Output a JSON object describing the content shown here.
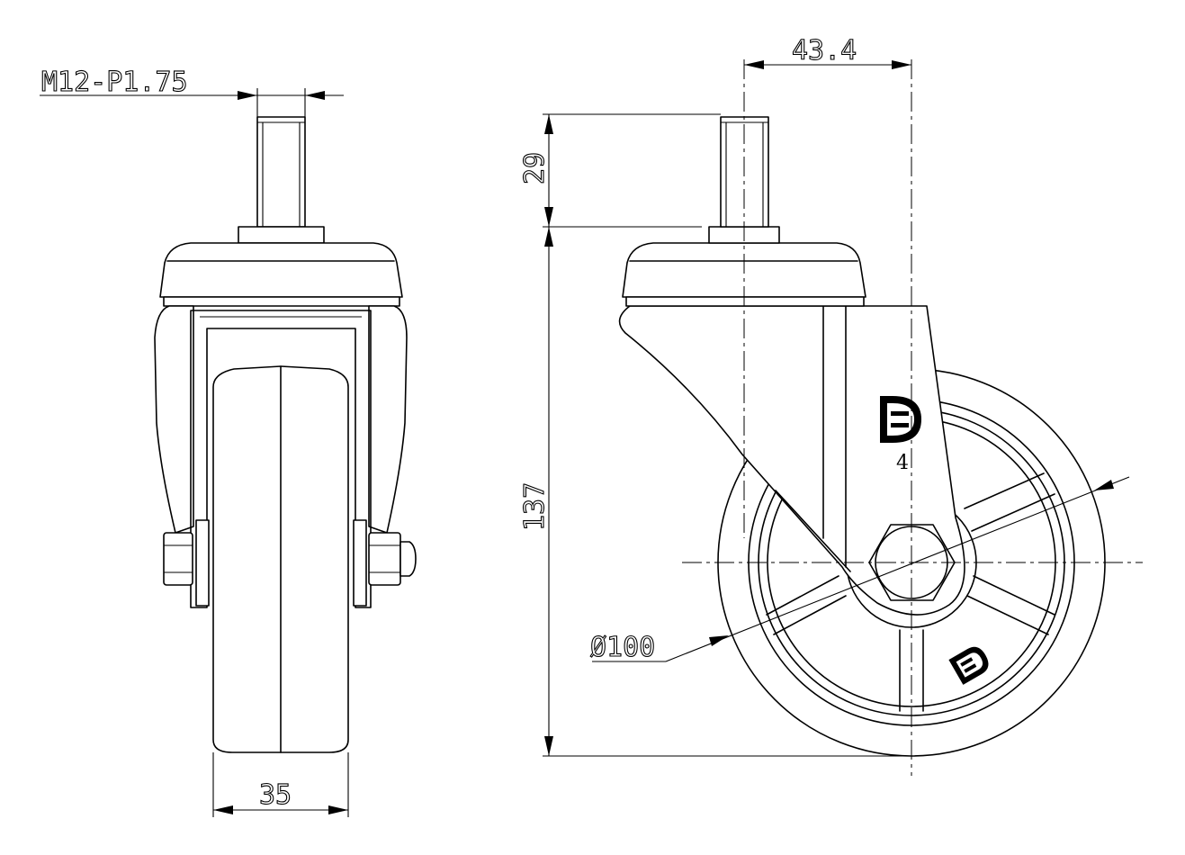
{
  "dimensions": {
    "thread": "M12-P1.75",
    "offset": "43.4",
    "stem_length": "29",
    "total_height": "137",
    "wheel_width": "35",
    "wheel_diameter": "Ø100"
  },
  "marks": {
    "load_mark": "4"
  },
  "icons": {
    "brand_logo": "brand-logo-icon",
    "hub_logo": "hub-logo-icon"
  }
}
